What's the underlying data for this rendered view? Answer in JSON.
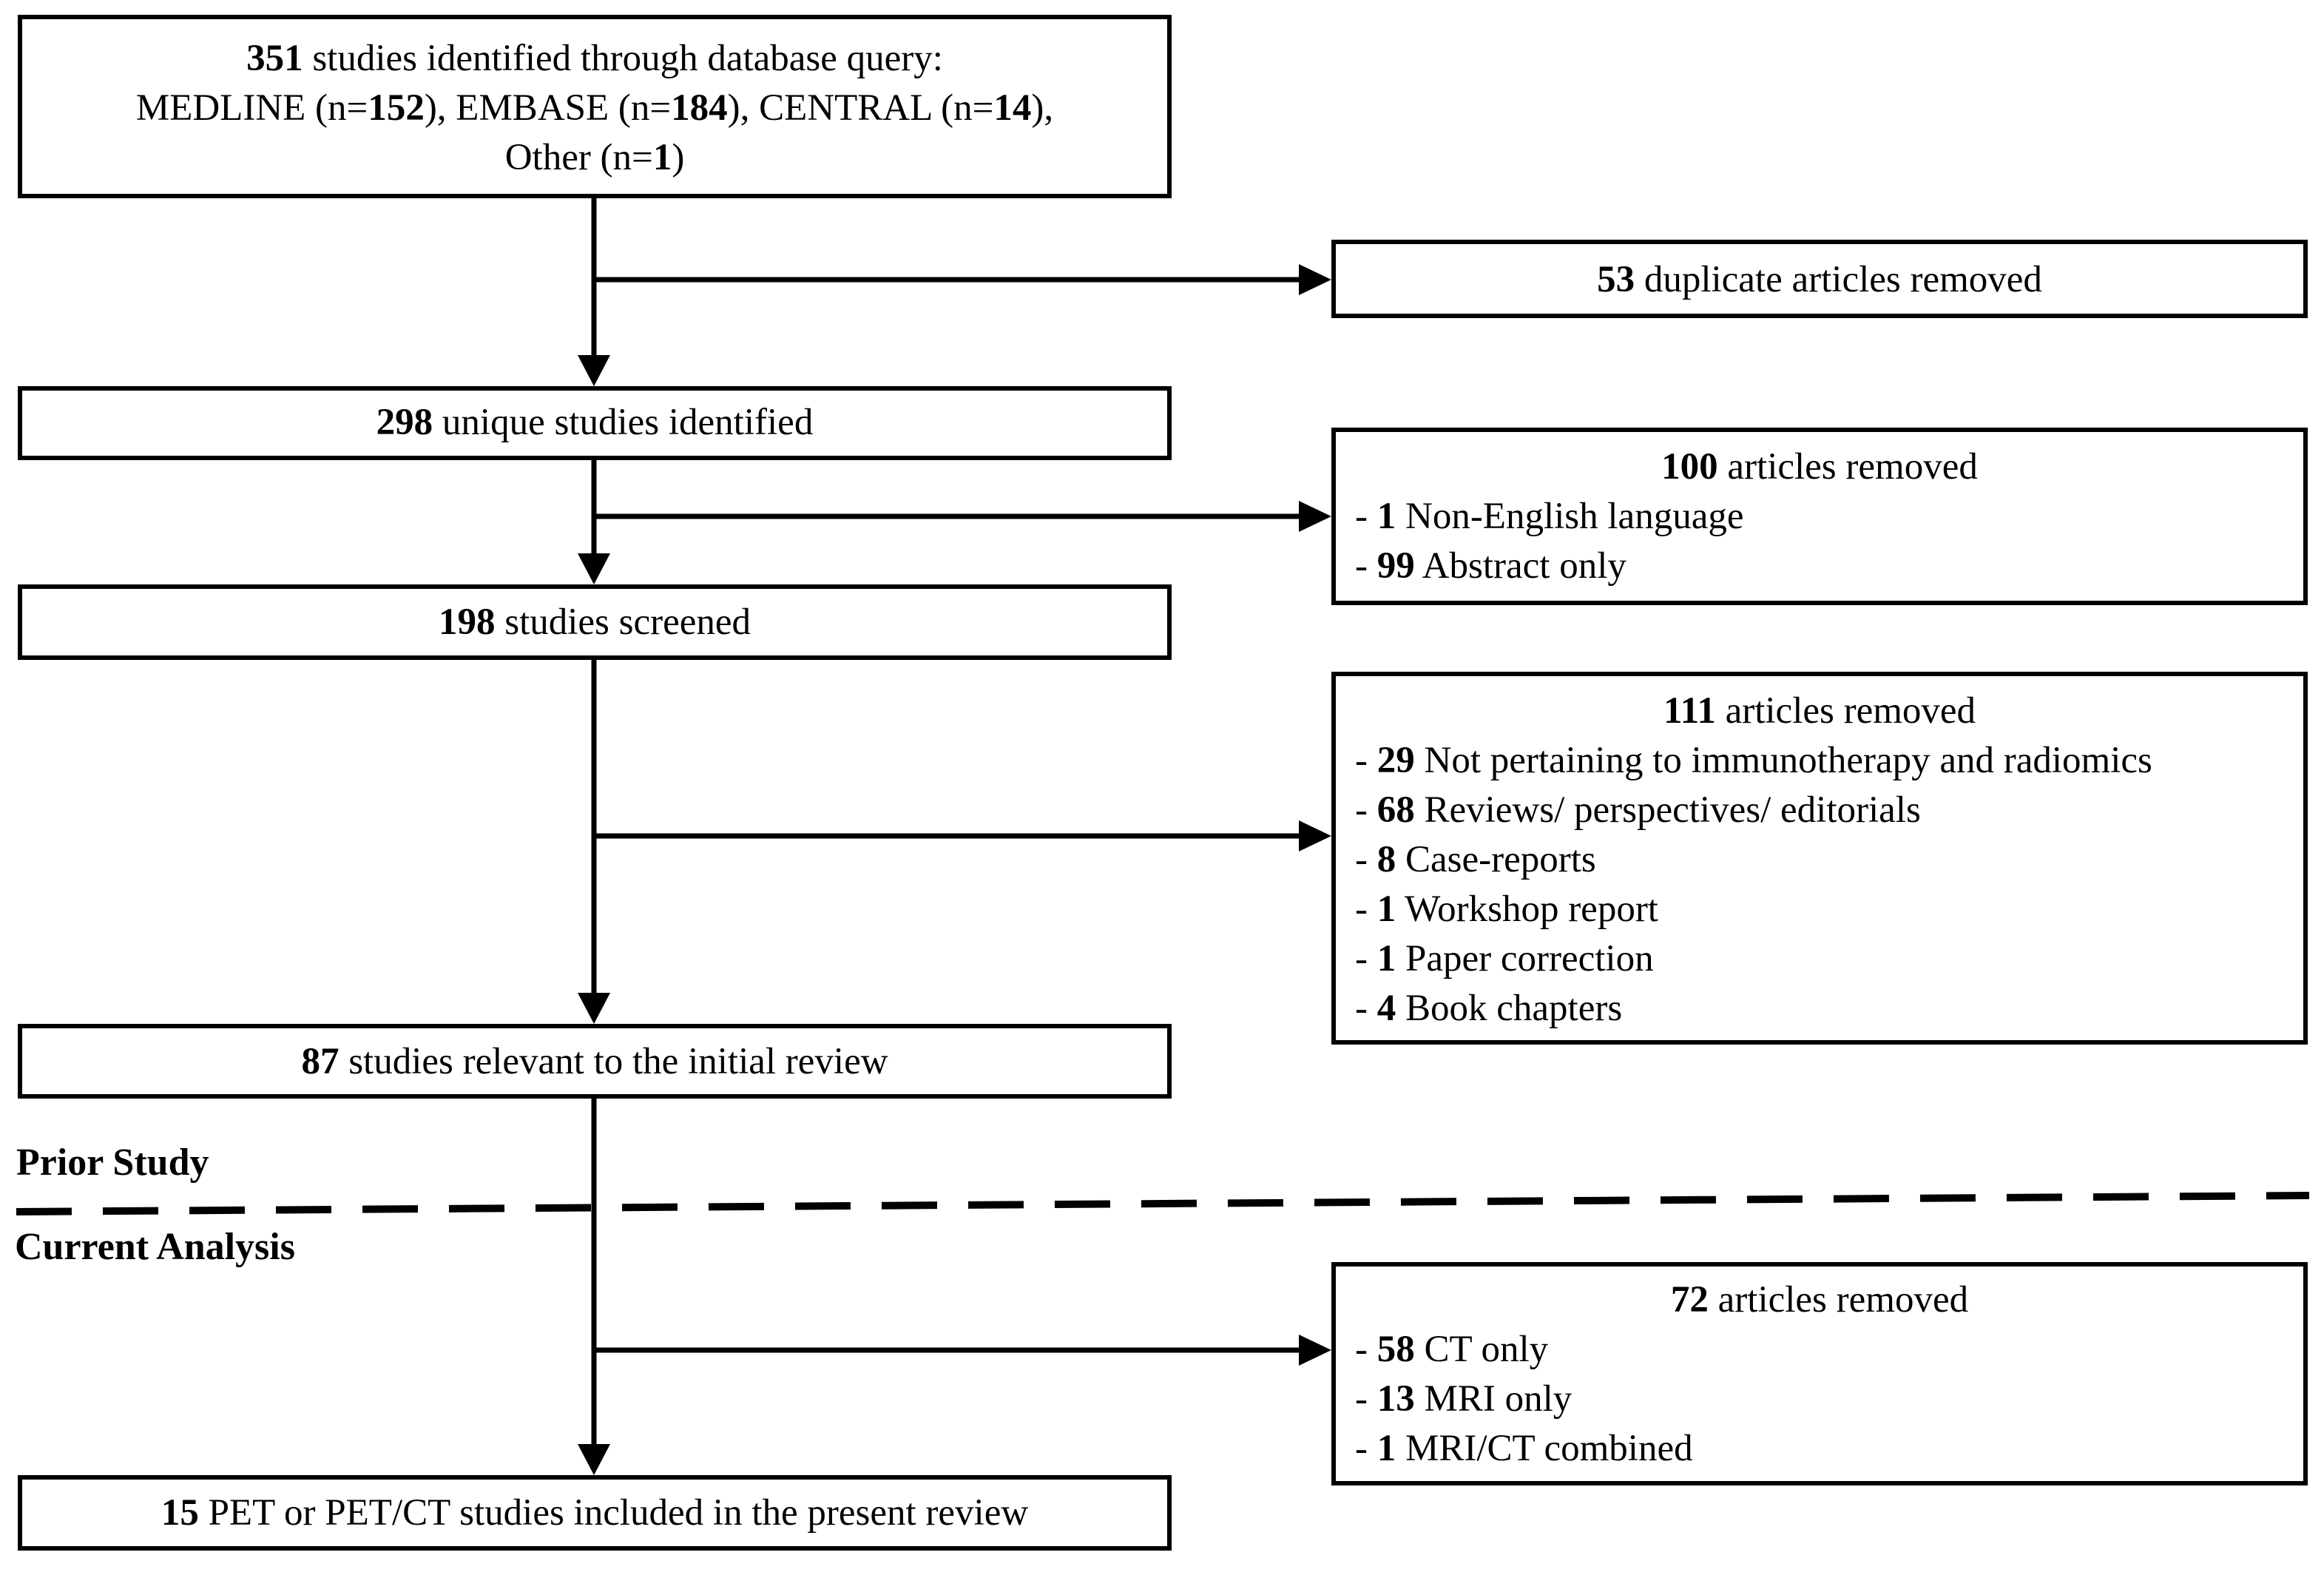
{
  "top": {
    "line1": {
      "num": "351",
      "text": " studies identified through database query:"
    },
    "line2": {
      "a": "MEDLINE (n=",
      "b": "152",
      "c": "), EMBASE (n=",
      "d": "184",
      "e": "), CENTRAL (n=",
      "f": "14",
      "g": "),"
    },
    "line3": {
      "a": "Other (n=",
      "b": "1",
      "c": ")"
    }
  },
  "main_boxes": [
    {
      "num": "298",
      "text": " unique studies identified"
    },
    {
      "num": "198",
      "text": " studies screened"
    },
    {
      "num": "87",
      "text": " studies relevant to the initial review"
    },
    {
      "num": "15",
      "text": " PET or PET/CT studies included in the present review"
    }
  ],
  "side_boxes": [
    {
      "num": "53",
      "text": " duplicate articles removed",
      "items": []
    },
    {
      "num": "100",
      "text": " articles removed",
      "items": [
        {
          "num": "1",
          "text": " Non-English language"
        },
        {
          "num": "99",
          "text": " Abstract only"
        }
      ]
    },
    {
      "num": "111",
      "text": " articles removed",
      "items": [
        {
          "num": "29",
          "text": " Not pertaining to immunotherapy and radiomics"
        },
        {
          "num": "68",
          "text": " Reviews/ perspectives/ editorials"
        },
        {
          "num": "8",
          "text": " Case-reports"
        },
        {
          "num": "1",
          "text": " Workshop report"
        },
        {
          "num": "1",
          "text": " Paper correction"
        },
        {
          "num": "4",
          "text": " Book chapters"
        }
      ]
    },
    {
      "num": "72",
      "text": " articles removed",
      "items": [
        {
          "num": "58",
          "text": " CT only"
        },
        {
          "num": "13",
          "text": " MRI only"
        },
        {
          "num": "1",
          "text": " MRI/CT combined"
        }
      ]
    }
  ],
  "bullet": "- ",
  "labels": {
    "prior": "Prior Study",
    "current": "Current Analysis"
  }
}
